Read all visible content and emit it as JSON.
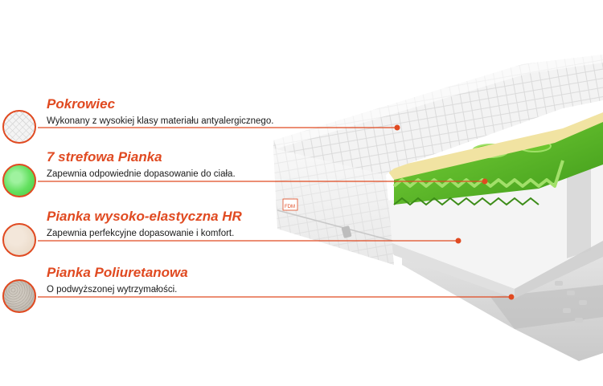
{
  "layers": [
    {
      "title": "Pokrowiec",
      "description": "Wykonany z wysokiej klasy materiału antyalergicznego."
    },
    {
      "title": "7 strefowa Pianka",
      "description": "Zapewnia odpowiednie dopasowanie do ciała."
    },
    {
      "title": "Pianka wysoko-elastyczna HR",
      "description": "Zapewnia perfekcyjne dopasowanie i komfort."
    },
    {
      "title": "Pianka Poliuretanowa",
      "description": "O podwyższonej wytrzymałości."
    }
  ],
  "mattress_label": {
    "brand": "FDM"
  },
  "colors": {
    "accent": "#e04a21",
    "cover": "#f2f2f2",
    "zone_foam": "#5cc12a",
    "latex": "#f1e3a2",
    "hr_foam": "#f3f3f3",
    "poly_foam": "#d9d9d9"
  }
}
